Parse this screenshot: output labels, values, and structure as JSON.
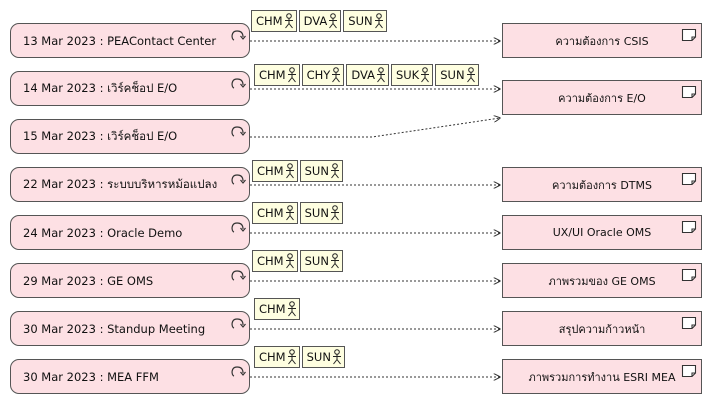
{
  "rows": [
    {
      "event": "13 Mar 2023 : PEAContact Center",
      "actors": [
        "CHM",
        "DVA",
        "SUN"
      ],
      "target": "ความต้องการ CSIS"
    },
    {
      "event": "14 Mar 2023 : เวิร์คช็อป E/O",
      "actors": [
        "CHM",
        "CHY",
        "DVA",
        "SUK",
        "SUN"
      ],
      "target": "ความต้องการ E/O"
    },
    {
      "event": "15 Mar 2023 : เวิร์คช็อป E/O",
      "actors": [],
      "target": ""
    },
    {
      "event": "22 Mar 2023 : ระบบบริหารหม้อแปลง",
      "actors": [
        "CHM",
        "SUN"
      ],
      "target": "ความต้องการ DTMS"
    },
    {
      "event": "24 Mar 2023 : Oracle Demo",
      "actors": [
        "CHM",
        "SUN"
      ],
      "target": "UX/UI Oracle OMS"
    },
    {
      "event": "29 Mar 2023 : GE OMS",
      "actors": [
        "CHM",
        "SUN"
      ],
      "target": "ภาพรวมของ GE OMS"
    },
    {
      "event": "30 Mar 2023 : Standup Meeting",
      "actors": [
        "CHM"
      ],
      "target": "สรุปความก้าวหน้า"
    },
    {
      "event": "30 Mar 2023 : MEA FFM",
      "actors": [
        "CHM",
        "SUN"
      ],
      "target": "ภาพรวมการทำงาน ESRI MEA"
    }
  ],
  "icons": {
    "event": "event-icon",
    "object": "business-object-icon",
    "actor": "actor-icon"
  },
  "colors": {
    "event_fill": "#fde0e4",
    "actor_fill": "#fefee0",
    "border": "#555555"
  }
}
